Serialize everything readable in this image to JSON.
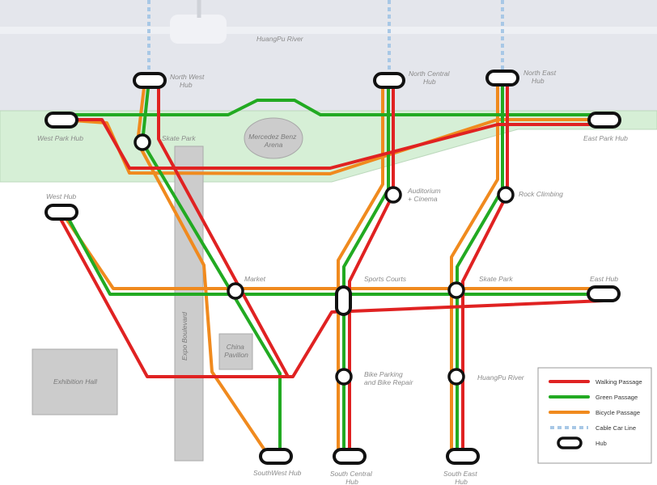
{
  "colors": {
    "walking": "#e02222",
    "green": "#22aa22",
    "bicycle": "#f08a1e",
    "cable": "#a8c8e6",
    "river": "#e4e6ec",
    "park": "#d6efd6",
    "building": "#cccccc"
  },
  "areas": {
    "river": "HuangPu River",
    "arena": [
      "Mercedez Benz",
      "Arena"
    ],
    "exhibition": "Exhibition Hall",
    "china_pavilion": [
      "China",
      "Pavilion"
    ],
    "expo_boulevard": "Expo Boulevard"
  },
  "hubs": {
    "north_west": [
      "North West",
      "Hub"
    ],
    "north_central": [
      "North Central",
      "Hub"
    ],
    "north_east": [
      "North East",
      "Hub"
    ],
    "west_park": "West Park Hub",
    "east_park": "East Park Hub",
    "west": "West Hub",
    "east": "East Hub",
    "south_west": "SouthWest Hub",
    "south_central": [
      "South Central",
      "Hub"
    ],
    "south_east": [
      "South East",
      "Hub"
    ]
  },
  "stops": {
    "skate_park_north": "Skate Park",
    "auditorium": [
      "Auditorium",
      "+ Cinema"
    ],
    "rock_climbing": "Rock Climbing",
    "market": "Market",
    "sports_courts": "Sports Courts",
    "skate_park_east": "Skate Park",
    "bike_parking": [
      "Bike Parking",
      "and Bike Repair"
    ],
    "huangpu_river": "HuangPu River"
  },
  "legend": {
    "walking": "Walking Passage",
    "green": "Green Passage",
    "bicycle": "Bicycle Passage",
    "cable": "Cable Car Line",
    "hub": "Hub"
  }
}
